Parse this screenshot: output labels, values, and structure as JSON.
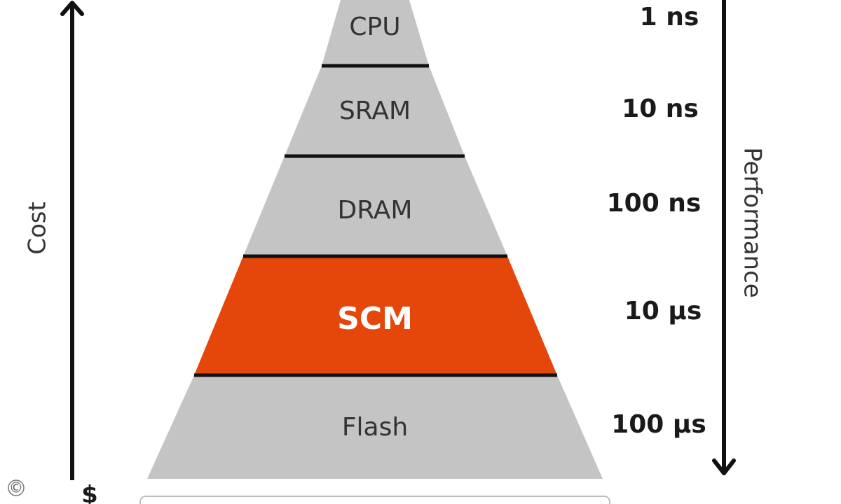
{
  "diagram": {
    "tiers": [
      {
        "label": "CPU",
        "latency": "1 ns",
        "highlight": false
      },
      {
        "label": "SRAM",
        "latency": "10 ns",
        "highlight": false
      },
      {
        "label": "DRAM",
        "latency": "100 ns",
        "highlight": false
      },
      {
        "label": "SCM",
        "latency": "10 µs",
        "highlight": true
      },
      {
        "label": "Flash",
        "latency": "100 µs",
        "highlight": false
      }
    ],
    "left_axis_label": "Cost",
    "right_axis_label": "Performance",
    "cost_symbol": "$",
    "copyright_symbol": "©"
  },
  "colors": {
    "tier_fill": "#c4c4c4",
    "highlight_fill": "#e5460a",
    "divider": "#111111",
    "arrow": "#111111",
    "bottom_box_border": "#bdbdbd"
  }
}
